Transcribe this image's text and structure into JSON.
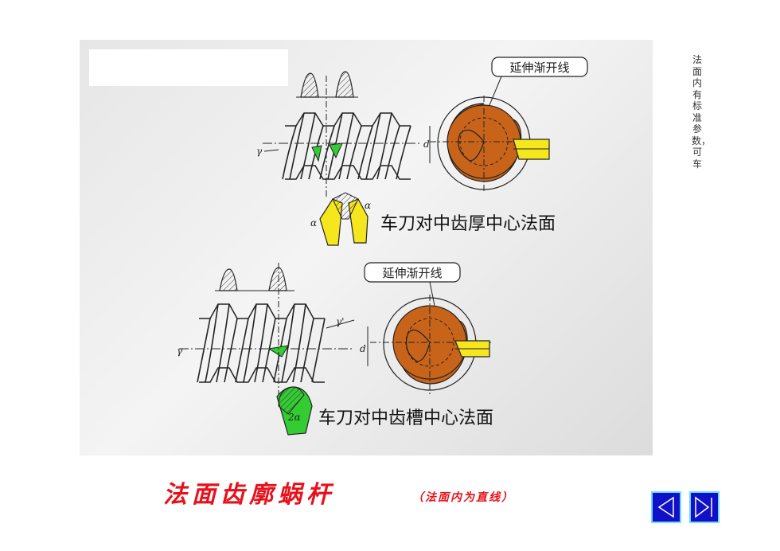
{
  "side_note": "法面内有标准参数，可车",
  "title": "法面齿廓蜗杆",
  "subtitle": "（法面内为直线）",
  "diagram": {
    "top": {
      "callout": "延伸渐开线",
      "caption": "车刀对中齿厚中心法面",
      "alpha_left": "α",
      "alpha_right": "α",
      "gamma": "γ",
      "d_label": "d"
    },
    "bottom": {
      "callout": "延伸渐开线",
      "caption": "车刀对中齿槽中心法面",
      "two_alpha": "2α",
      "gamma_left": "γ",
      "gamma_right": "γ'",
      "d_label": "d"
    }
  },
  "colors": {
    "title": "#e8101a",
    "worm_fill": "#c8641a",
    "tool_yellow": "#f5e61e",
    "tool_green": "#33cc33",
    "nav_blue": "#1010c8",
    "nav_border": "#6fd9ff"
  },
  "nav": {
    "prev_icon": "triangle-left-icon",
    "next_icon": "skip-next-icon"
  }
}
